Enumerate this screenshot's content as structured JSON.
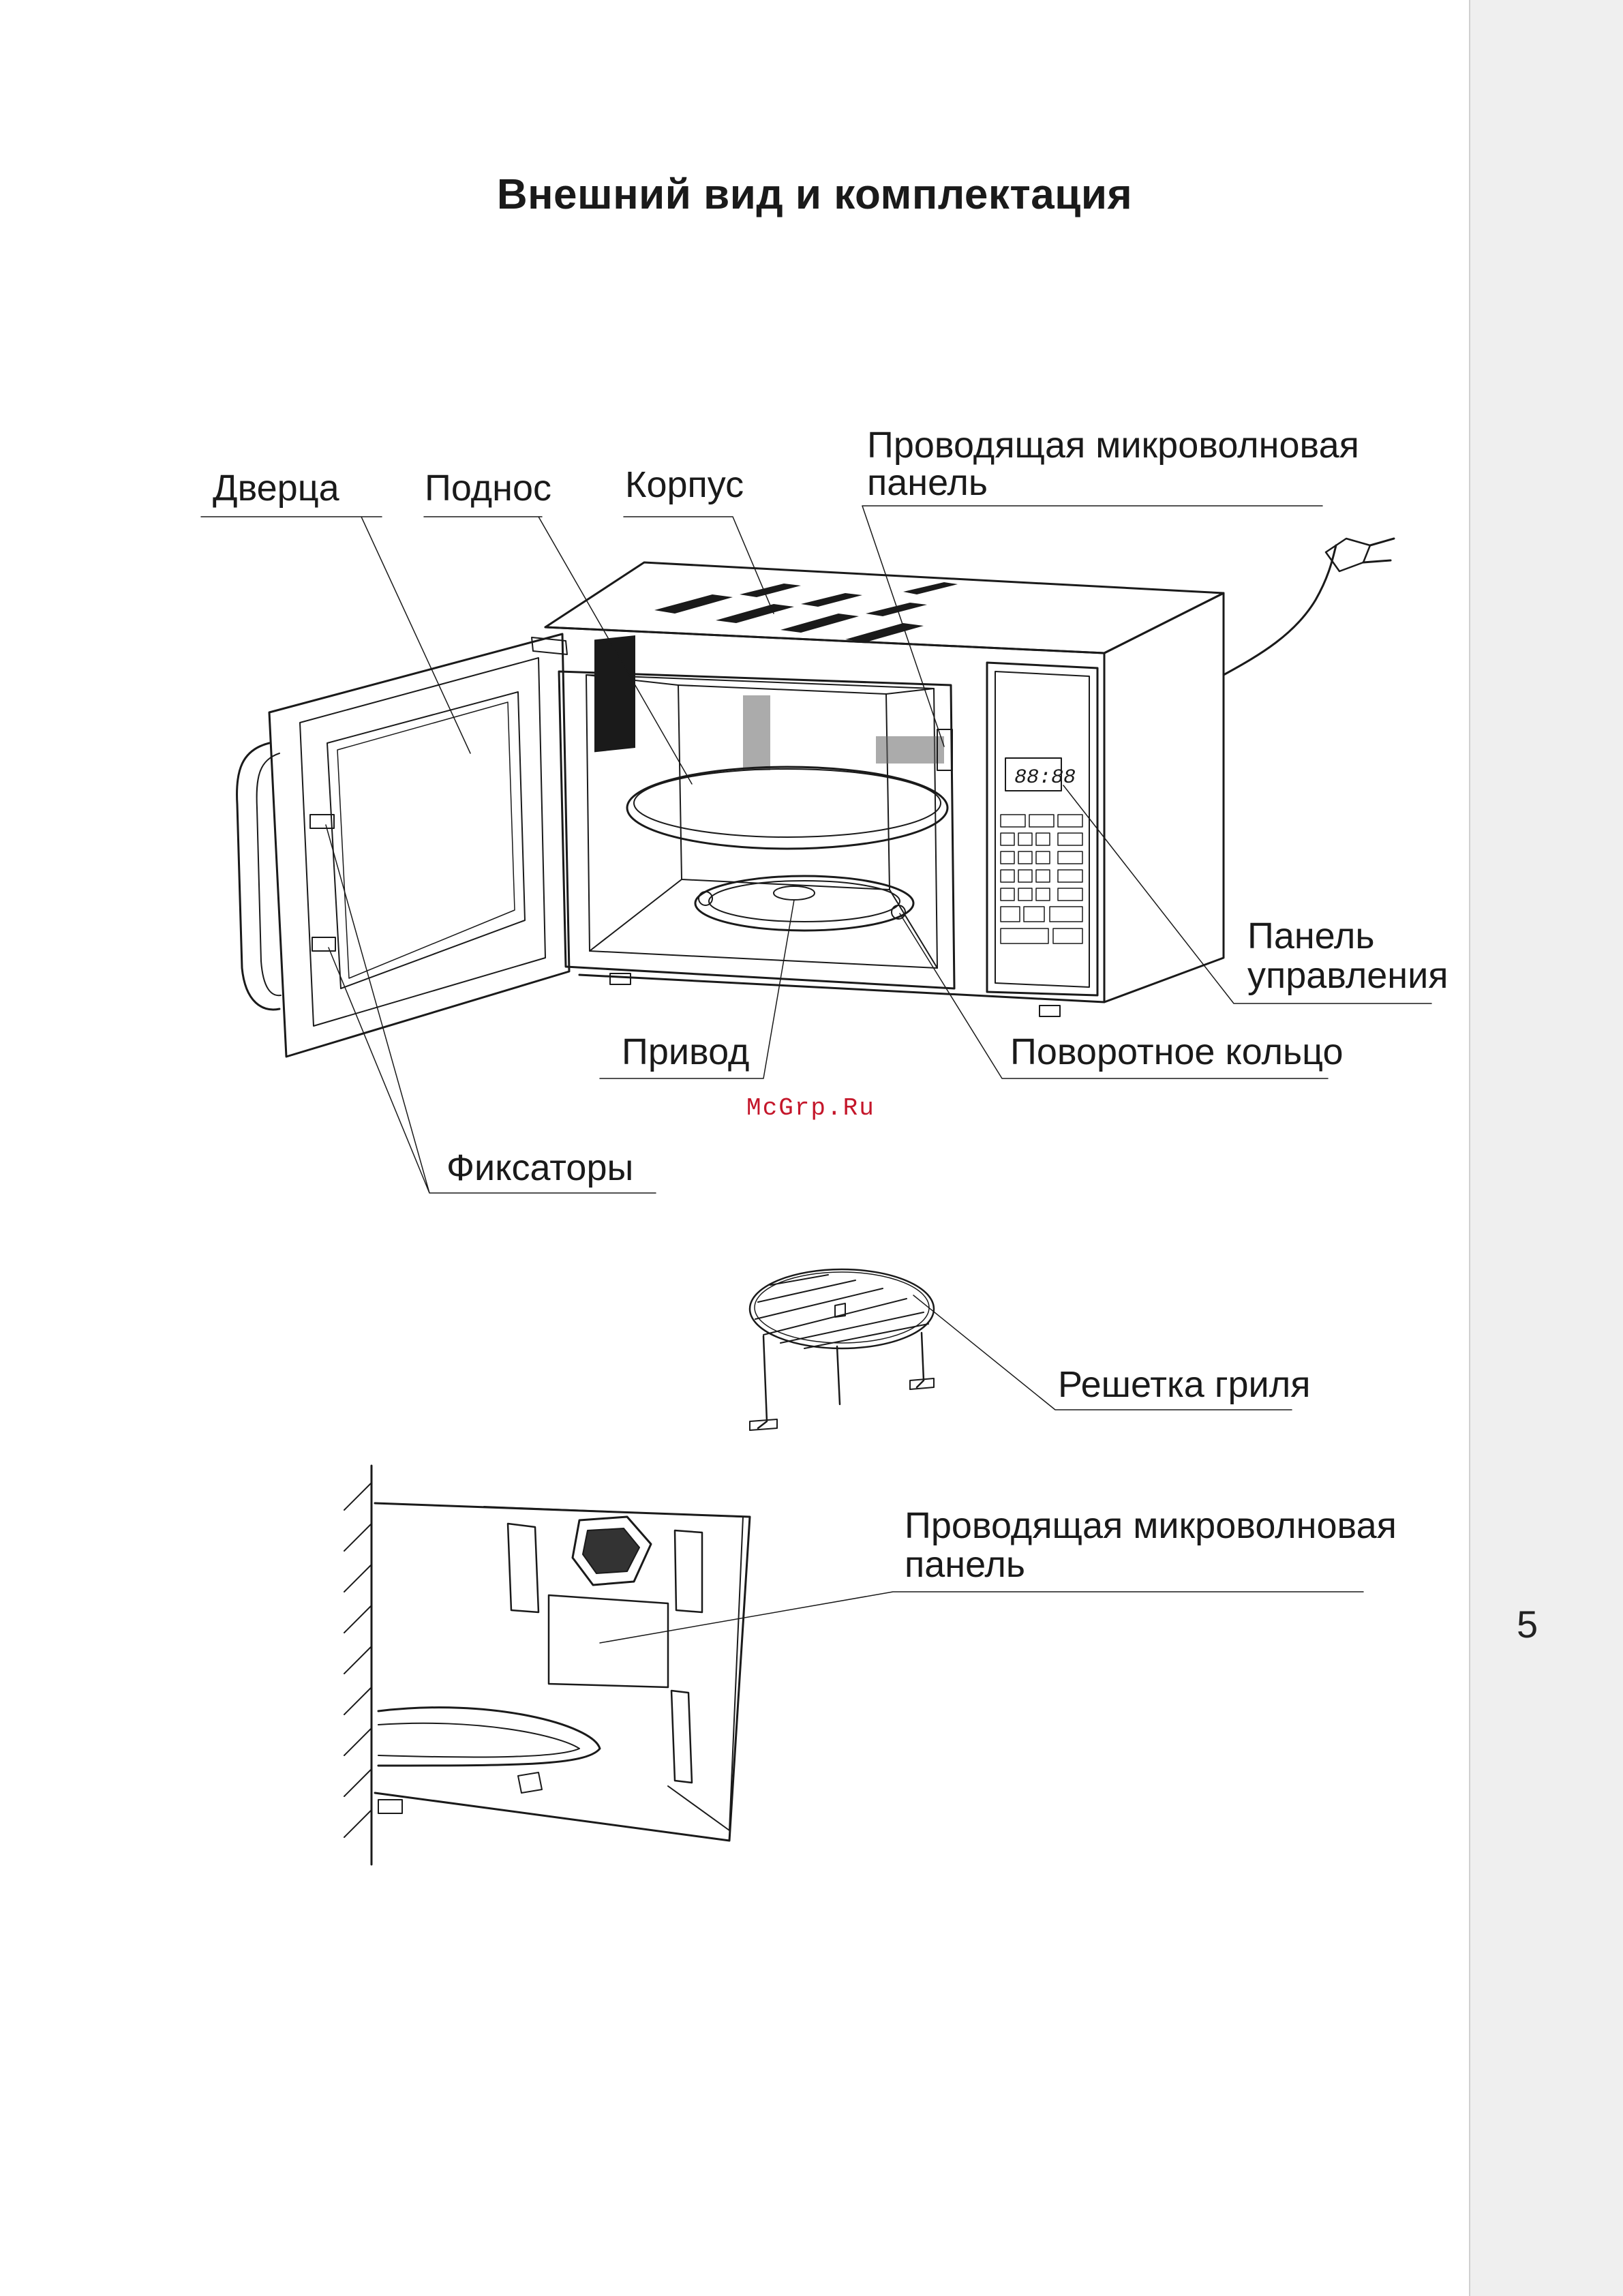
{
  "title": "Внешний вид и комплектация",
  "labels": {
    "door": "Дверца",
    "tray": "Поднос",
    "body": "Корпус",
    "waveguide_top_line1": "Проводящая микроволновая",
    "waveguide_top_line2": "панель",
    "control_panel_line1": "Панель",
    "control_panel_line2": "управления",
    "drive": "Привод",
    "ring": "Поворотное кольцо",
    "latches": "Фиксаторы",
    "grill_rack": "Решетка гриля",
    "waveguide_bottom_line1": "Проводящая микроволновая",
    "waveguide_bottom_line2": "панель"
  },
  "display_readout": "88:88",
  "watermark": "McGrp.Ru",
  "page_number": "5"
}
